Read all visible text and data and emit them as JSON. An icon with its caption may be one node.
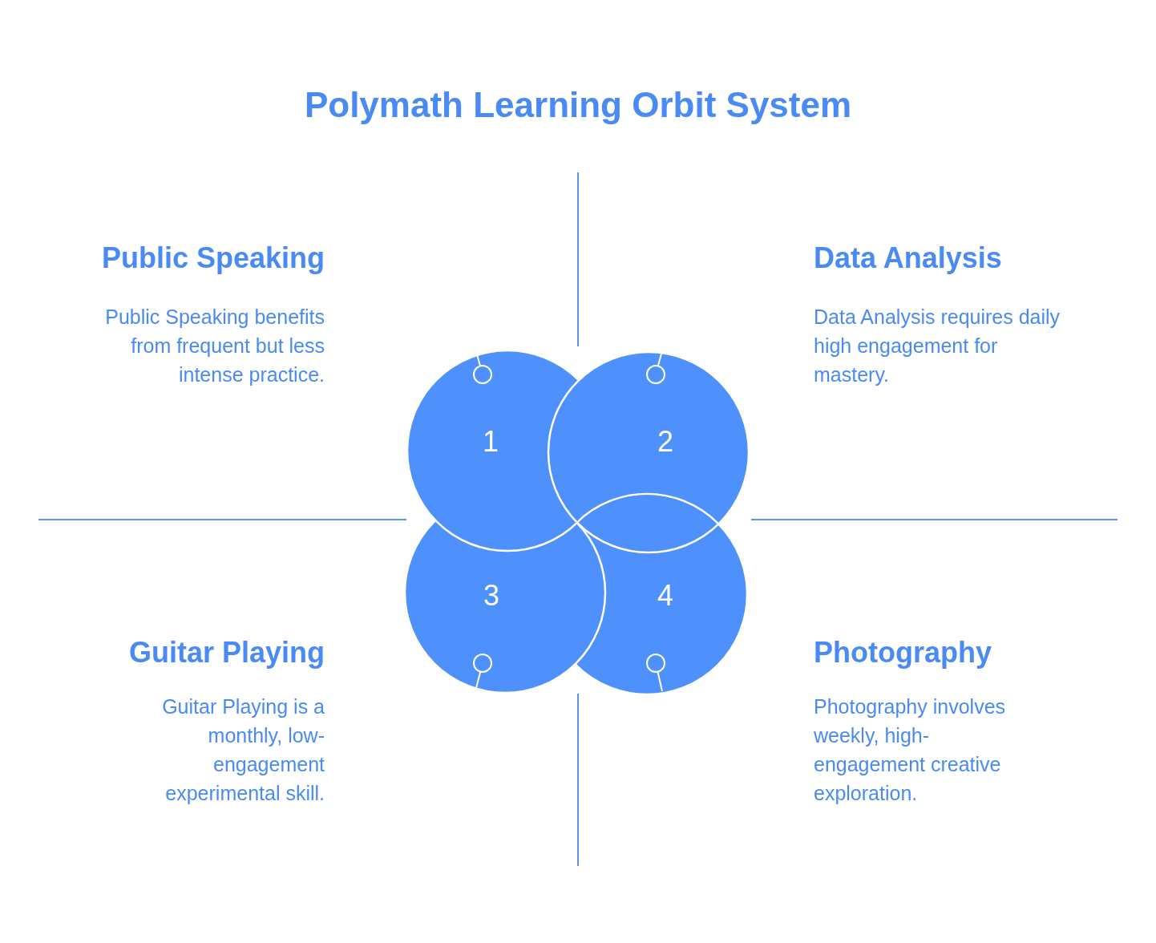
{
  "diagram": {
    "title": "Polymath Learning Orbit System",
    "nodes": [
      {
        "text": [
          "1"
        ],
        "beside": [
          "Public Speaking",
          "Public Speaking benefits from frequent but less intense practice."
        ]
      },
      {
        "text": [
          "2"
        ],
        "beside": [
          "Data Analysis",
          "Data Analysis requires daily high engagement for mastery."
        ]
      },
      {
        "text": [
          "3"
        ],
        "beside": [
          "Guitar Playing",
          "Guitar Playing is a monthly, low-engagement experimental skill."
        ]
      },
      {
        "text": [
          "4"
        ],
        "beside": [
          "Photography",
          "Photography involves weekly, high-engagement creative exploration."
        ]
      }
    ]
  }
}
